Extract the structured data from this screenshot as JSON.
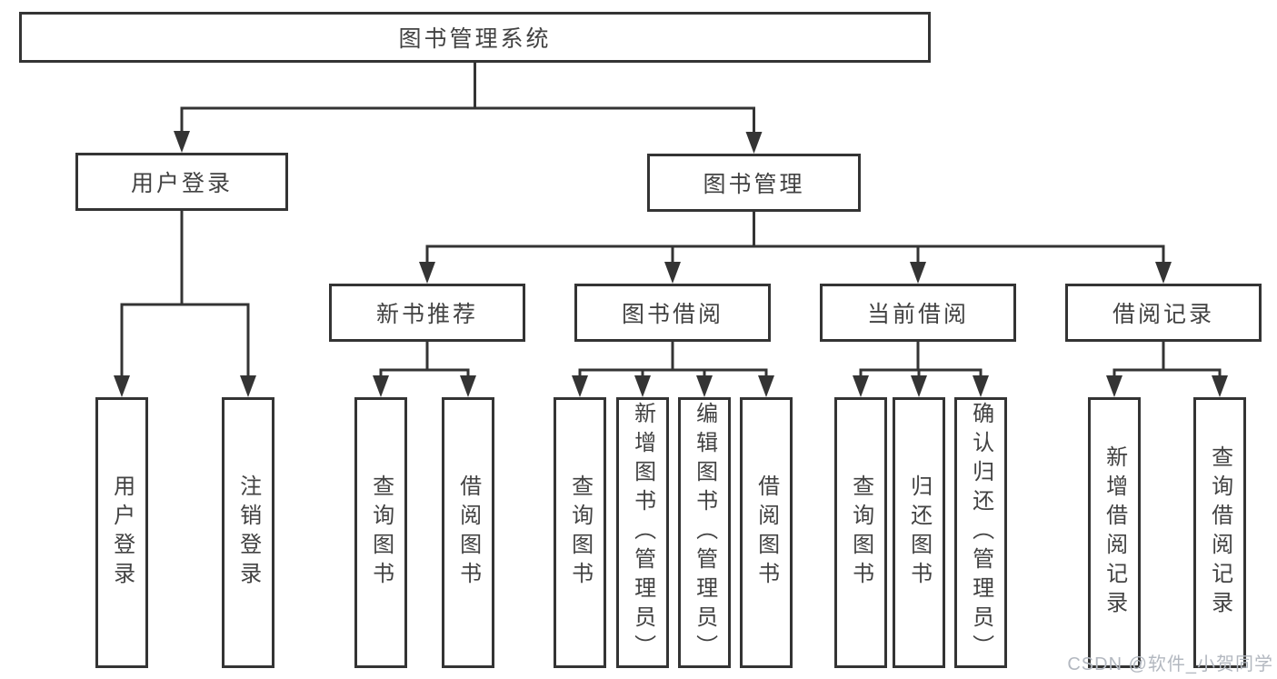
{
  "diagram": {
    "title": "图书管理系统",
    "watermark": "CSDN @软件_小贺同学",
    "colors": {
      "line": "#343434",
      "box_border": "#343434",
      "text": "#424242",
      "watermark": "#b3b8c0",
      "background": "#ffffff"
    },
    "nodes": [
      {
        "id": "library-system",
        "label": "图书管理系统"
      },
      {
        "id": "user-login",
        "label": "用户登录"
      },
      {
        "id": "book-management",
        "label": "图书管理"
      },
      {
        "id": "new-book-recommend",
        "label": "新书推荐"
      },
      {
        "id": "book-borrowing",
        "label": "图书借阅"
      },
      {
        "id": "current-borrowing",
        "label": "当前借阅"
      },
      {
        "id": "borrowing-records",
        "label": "借阅记录"
      },
      {
        "id": "leaf-user-login",
        "label": "用户登录"
      },
      {
        "id": "leaf-logout",
        "label": "注销登录"
      },
      {
        "id": "leaf-query-books-recommend",
        "label": "查询图书"
      },
      {
        "id": "leaf-borrow-books-recommend",
        "label": "借阅图书"
      },
      {
        "id": "leaf-query-books-borrowing",
        "label": "查询图书"
      },
      {
        "id": "leaf-add-books-admin",
        "label": "新增图书（管理员）"
      },
      {
        "id": "leaf-edit-books-admin",
        "label": "编辑图书（管理员）"
      },
      {
        "id": "leaf-borrow-books-borrowing",
        "label": "借阅图书"
      },
      {
        "id": "leaf-query-books-current",
        "label": "查询图书"
      },
      {
        "id": "leaf-return-books",
        "label": "归还图书"
      },
      {
        "id": "leaf-confirm-return-admin",
        "label": "确认归还（管理员）"
      },
      {
        "id": "leaf-add-borrow-record",
        "label": "新增借阅记录"
      },
      {
        "id": "leaf-query-borrow-record",
        "label": "查询借阅记录"
      }
    ],
    "edges": [
      {
        "from": "library-system",
        "to": [
          "user-login",
          "book-management"
        ]
      },
      {
        "from": "user-login",
        "to": [
          "leaf-user-login",
          "leaf-logout"
        ]
      },
      {
        "from": "book-management",
        "to": [
          "new-book-recommend",
          "book-borrowing",
          "current-borrowing",
          "borrowing-records"
        ]
      },
      {
        "from": "new-book-recommend",
        "to": [
          "leaf-query-books-recommend",
          "leaf-borrow-books-recommend"
        ]
      },
      {
        "from": "book-borrowing",
        "to": [
          "leaf-query-books-borrowing",
          "leaf-add-books-admin",
          "leaf-edit-books-admin",
          "leaf-borrow-books-borrowing"
        ]
      },
      {
        "from": "current-borrowing",
        "to": [
          "leaf-query-books-current",
          "leaf-return-books",
          "leaf-confirm-return-admin"
        ]
      },
      {
        "from": "borrowing-records",
        "to": [
          "leaf-add-borrow-record",
          "leaf-query-borrow-record"
        ]
      }
    ]
  }
}
